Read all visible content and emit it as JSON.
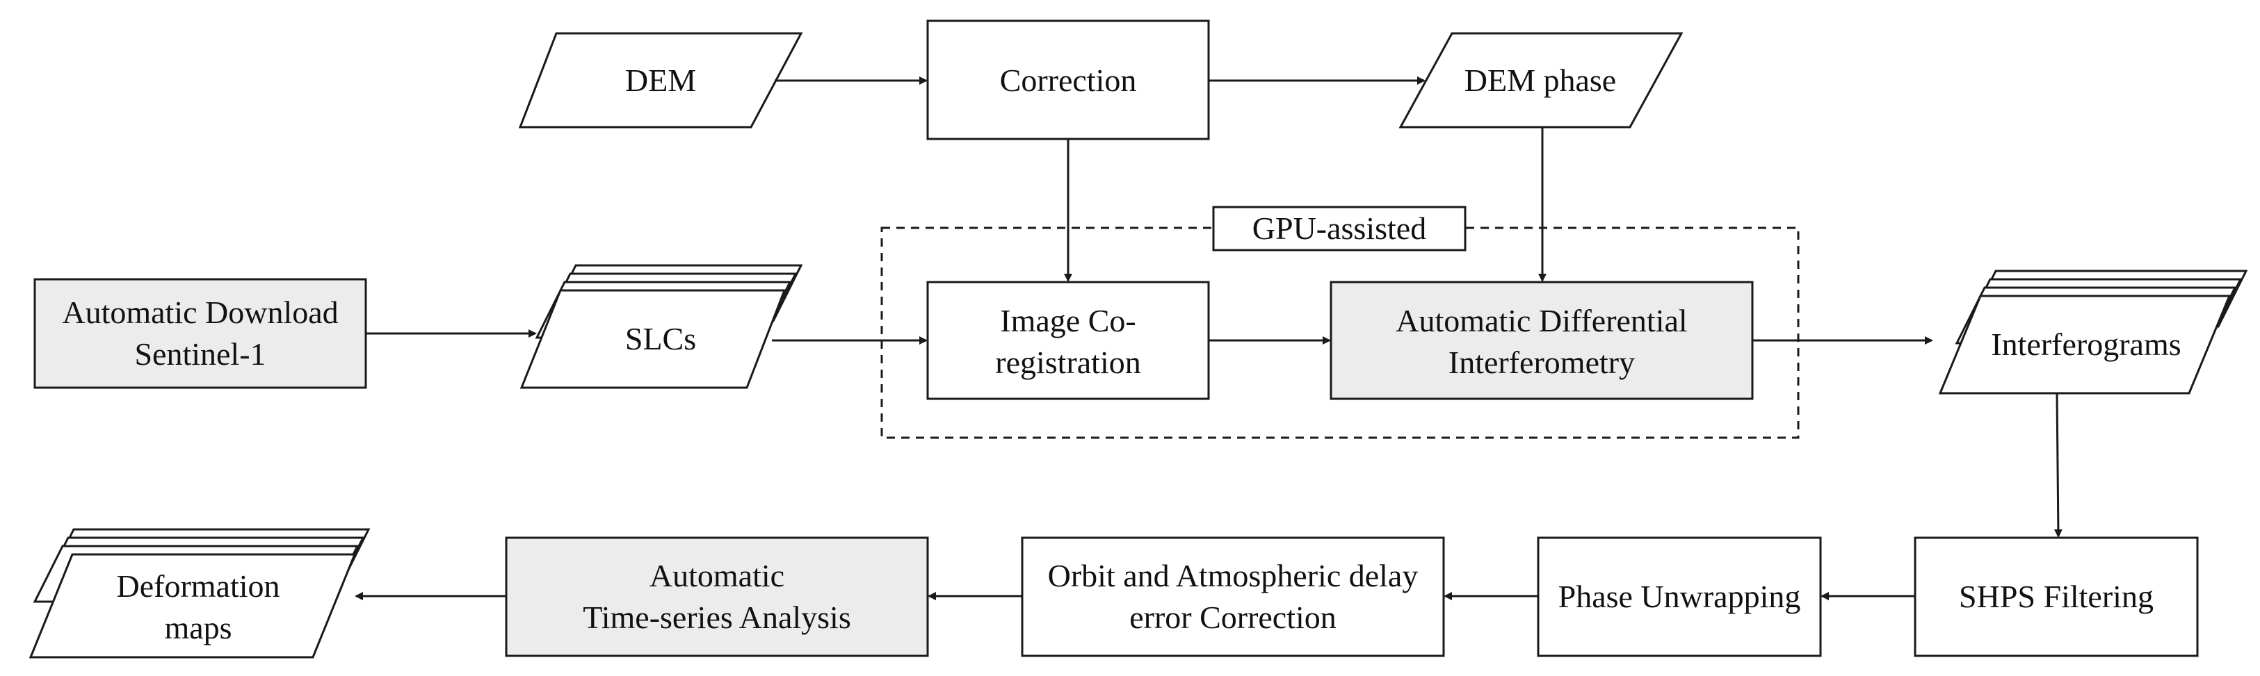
{
  "colors": {
    "stroke": "#1a1a1a",
    "highlight_fill": "#ececec",
    "plain_fill": "#ffffff"
  },
  "nodes": {
    "dem": {
      "label": "DEM",
      "shape": "parallelogram"
    },
    "correction": {
      "label": "Correction",
      "shape": "rectangle"
    },
    "dem_phase": {
      "label": "DEM phase",
      "shape": "parallelogram"
    },
    "gpu_group": {
      "label": "GPU-assisted",
      "shape": "dashed-group"
    },
    "auto_download": {
      "line1": "Automatic Download",
      "line2": "Sentinel-1",
      "shape": "rectangle",
      "highlighted": true
    },
    "slcs": {
      "label": "SLCs",
      "shape": "stacked-parallelogram"
    },
    "coregistration": {
      "line1": "Image Co-",
      "line2": "registration",
      "shape": "rectangle"
    },
    "auto_dinsar": {
      "line1": "Automatic Differential",
      "line2": "Interferometry",
      "shape": "rectangle",
      "highlighted": true
    },
    "interferograms": {
      "label": "Interferograms",
      "shape": "stacked-parallelogram"
    },
    "shps": {
      "label": "SHPS Filtering",
      "shape": "rectangle"
    },
    "unwrapping": {
      "label": "Phase Unwrapping",
      "shape": "rectangle"
    },
    "orbit_atmo": {
      "line1": "Orbit and Atmospheric delay",
      "line2": "error Correction",
      "shape": "rectangle"
    },
    "timeseries": {
      "line1": "Automatic",
      "line2": "Time-series Analysis",
      "shape": "rectangle",
      "highlighted": true
    },
    "deformation": {
      "line1": "Deformation",
      "line2": "maps",
      "shape": "stacked-parallelogram"
    }
  },
  "edges": [
    {
      "from": "dem",
      "to": "correction"
    },
    {
      "from": "correction",
      "to": "dem_phase"
    },
    {
      "from": "correction",
      "to": "coregistration"
    },
    {
      "from": "dem_phase",
      "to": "auto_dinsar"
    },
    {
      "from": "auto_download",
      "to": "slcs"
    },
    {
      "from": "slcs",
      "to": "coregistration"
    },
    {
      "from": "coregistration",
      "to": "auto_dinsar"
    },
    {
      "from": "auto_dinsar",
      "to": "interferograms"
    },
    {
      "from": "interferograms",
      "to": "shps"
    },
    {
      "from": "shps",
      "to": "unwrapping"
    },
    {
      "from": "unwrapping",
      "to": "orbit_atmo"
    },
    {
      "from": "orbit_atmo",
      "to": "timeseries"
    },
    {
      "from": "timeseries",
      "to": "deformation"
    }
  ]
}
